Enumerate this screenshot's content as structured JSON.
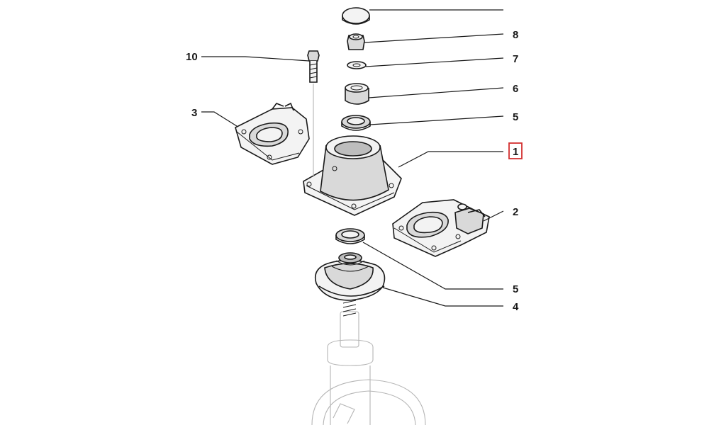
{
  "diagram": {
    "highlight_color": "#d32f2f",
    "ink_color": "#1a1a1a",
    "labels": [
      {
        "id": "label-8",
        "text": "8"
      },
      {
        "id": "label-7",
        "text": "7"
      },
      {
        "id": "label-6",
        "text": "6"
      },
      {
        "id": "label-5-upper",
        "text": "5"
      },
      {
        "id": "label-1",
        "text": "1",
        "highlighted": true
      },
      {
        "id": "label-2",
        "text": "2"
      },
      {
        "id": "label-5-lower",
        "text": "5"
      },
      {
        "id": "label-4",
        "text": "4"
      },
      {
        "id": "label-10",
        "text": "10"
      },
      {
        "id": "label-3",
        "text": "3"
      }
    ]
  }
}
